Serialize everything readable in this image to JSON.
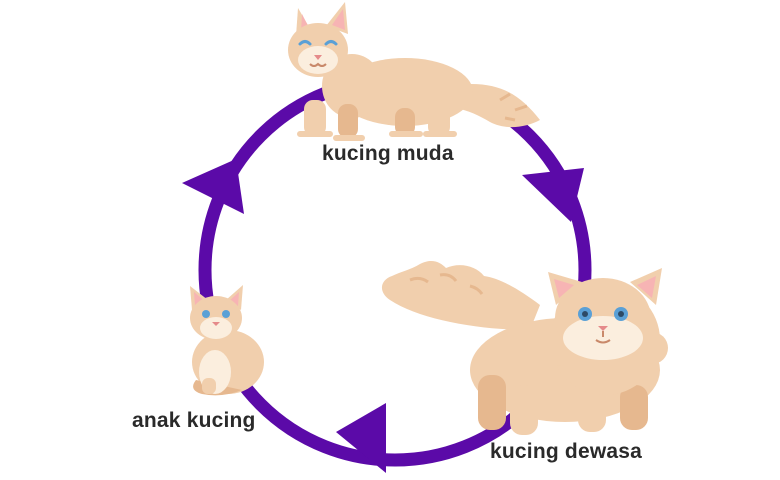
{
  "diagram": {
    "type": "life-cycle",
    "colors": {
      "cycle": "#5b0aa8",
      "fur": "#f1cfad",
      "fur_shade": "#e6b88f",
      "muzzle": "#fbeede",
      "eye": "#5aa0d6",
      "nose": "#e58a8a",
      "ear_inner": "#f7b4b4"
    },
    "stages": [
      {
        "id": "young",
        "label": "kucing muda",
        "icon": "young-cat-icon"
      },
      {
        "id": "adult",
        "label": "kucing dewasa",
        "icon": "adult-cat-icon"
      },
      {
        "id": "kitten",
        "label": "anak kucing",
        "icon": "kitten-icon"
      }
    ],
    "arrows": [
      {
        "from": "young",
        "to": "adult"
      },
      {
        "from": "adult",
        "to": "kitten"
      },
      {
        "from": "kitten",
        "to": "young"
      }
    ]
  }
}
